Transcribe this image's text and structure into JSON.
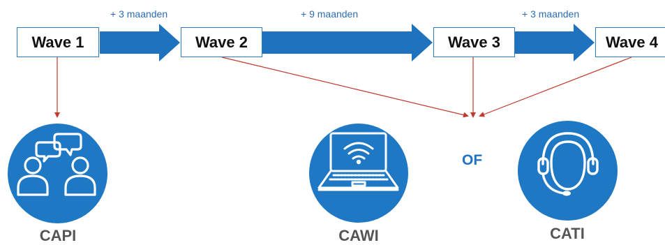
{
  "waves": [
    {
      "label": "Wave 1"
    },
    {
      "label": "Wave 2"
    },
    {
      "label": "Wave 3"
    },
    {
      "label": "Wave 4"
    }
  ],
  "intervals": [
    "+ 3 maanden",
    "+ 9 maanden",
    "+ 3 maanden"
  ],
  "modes": [
    {
      "label": "CAPI",
      "icon": "conversation-people-icon"
    },
    {
      "label": "CAWI",
      "icon": "laptop-wifi-icon"
    },
    {
      "label": "CATI",
      "icon": "headset-icon"
    }
  ],
  "or_label": "OF",
  "colors": {
    "arrow_blue": "#1f73be",
    "circle_blue": "#1f78c4",
    "connector_red": "#c0392b",
    "label_gray": "#555555"
  }
}
